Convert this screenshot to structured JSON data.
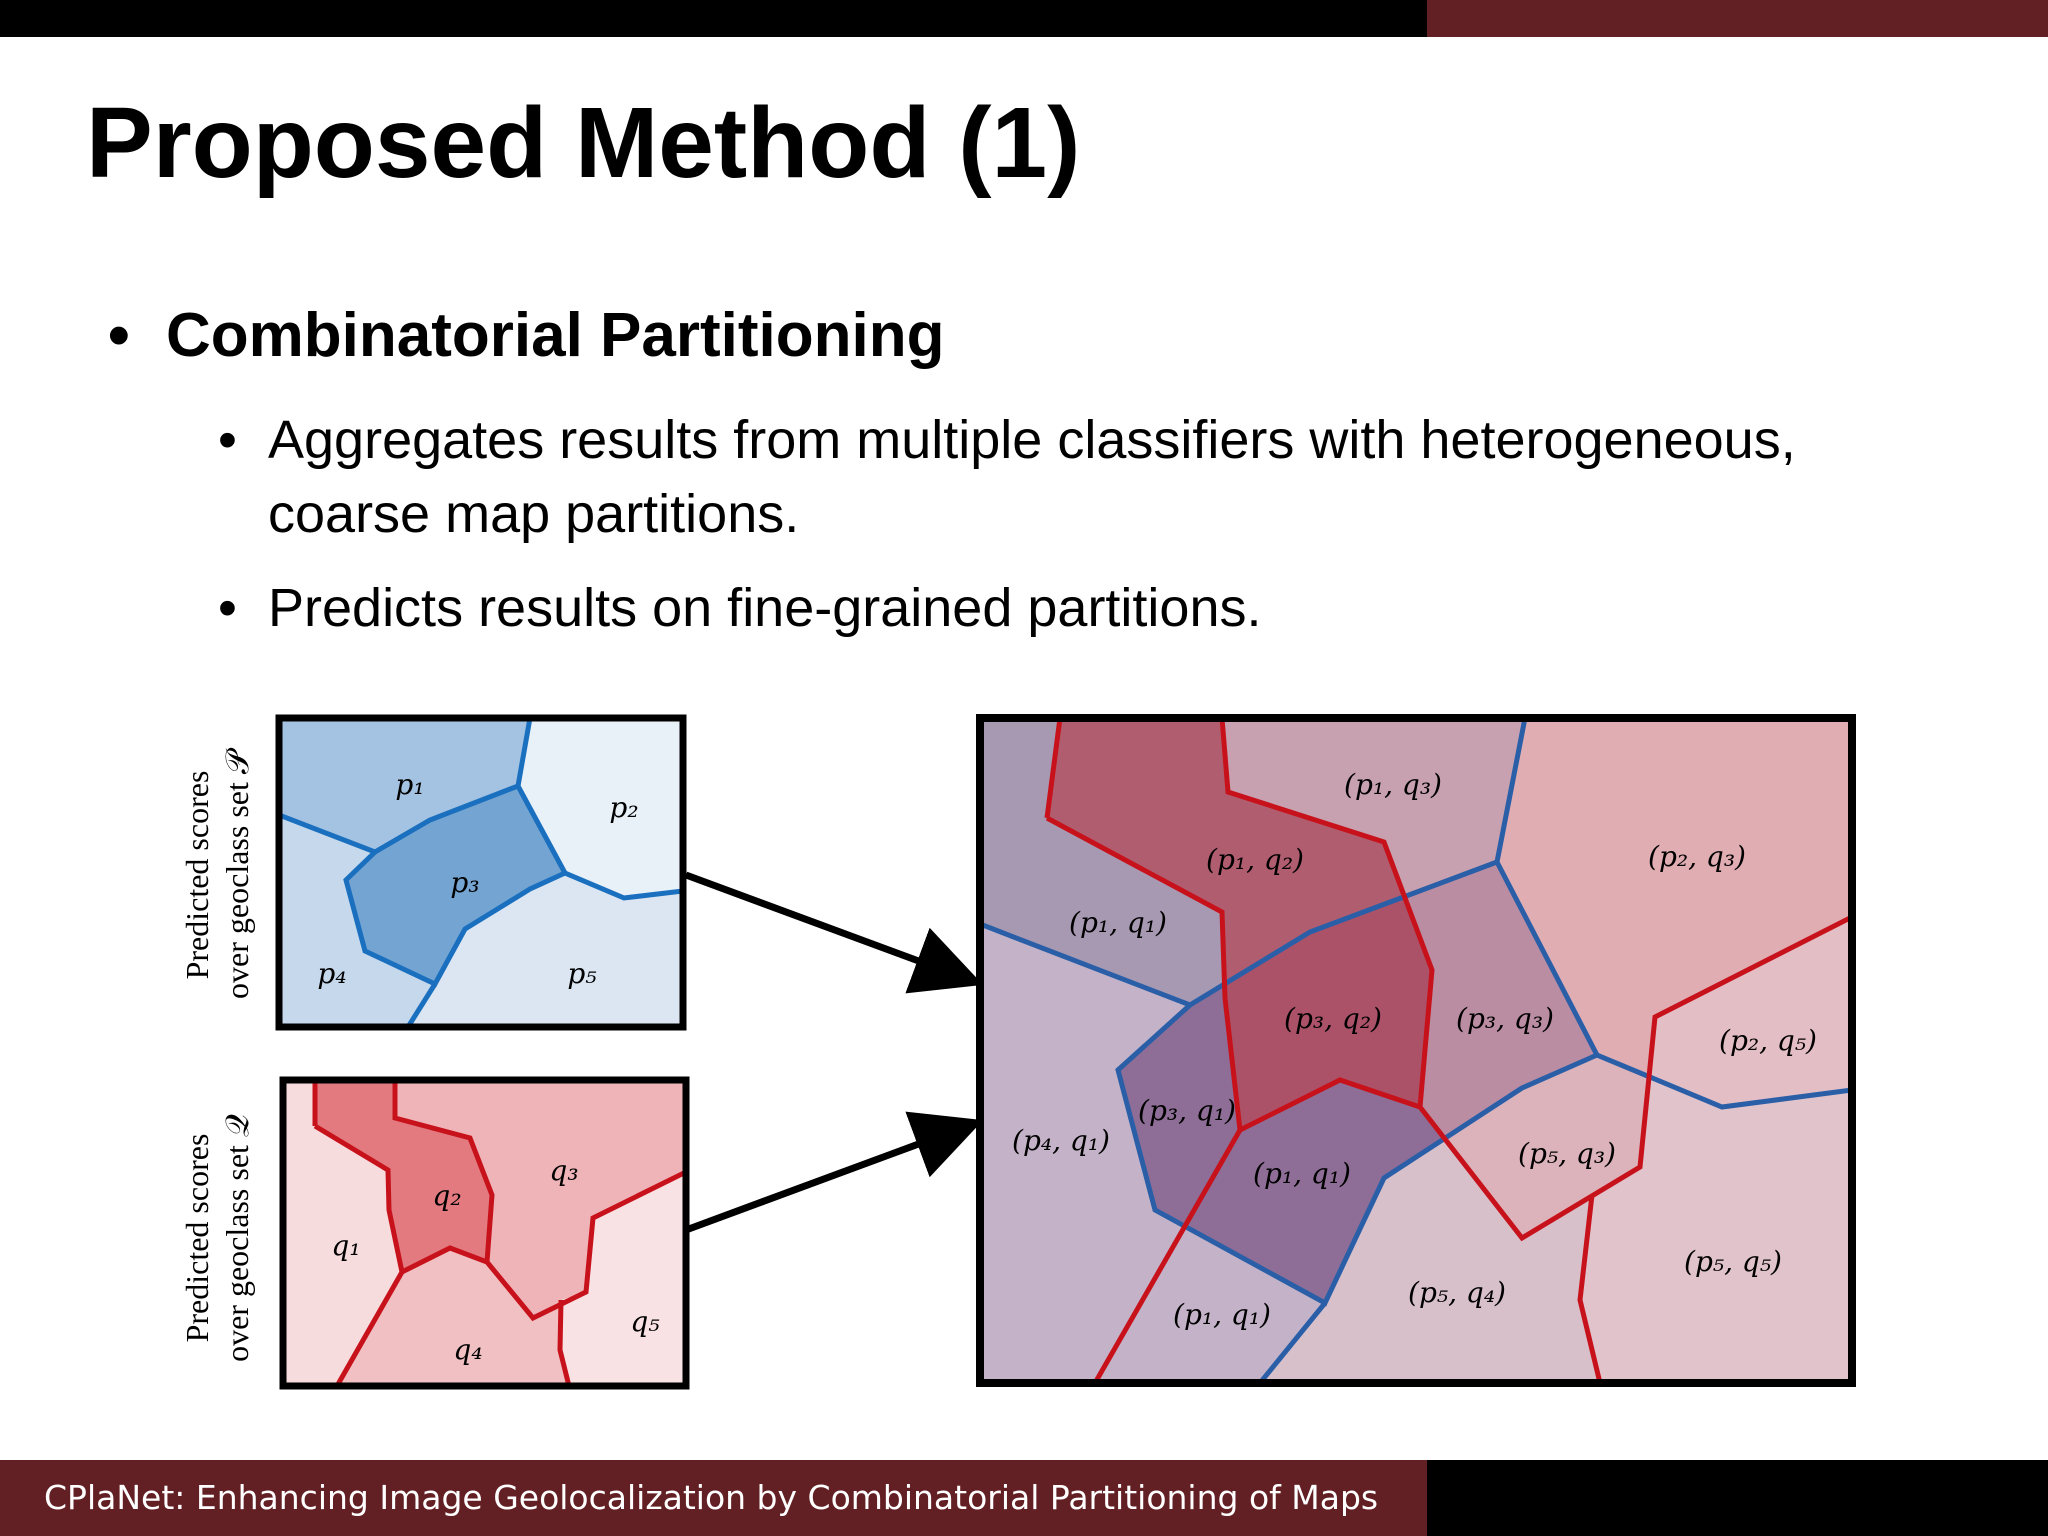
{
  "title": "Proposed Method (1)",
  "bullet": "Combinatorial Partitioning",
  "sub_bullets": [
    "Aggregates results from multiple classifiers with heterogeneous, coarse map partitions.",
    "Predicts results on fine-grained partitions."
  ],
  "diagram": {
    "label_p": "Predicted scores over geoclass set 𝒫",
    "label_p_line1": "Predicted scores",
    "label_p_line2": "over geoclass set 𝒫",
    "label_q_line1": "Predicted scores",
    "label_q_line2": "over geoclass set 𝒬",
    "p_cells": [
      "p₁",
      "p₂",
      "p₃",
      "p₄",
      "p₅"
    ],
    "q_cells": [
      "q₁",
      "q₂",
      "q₃",
      "q₄",
      "q₅"
    ],
    "combined_cells": [
      "(p₁, q₃)",
      "(p₁, q₂)",
      "(p₂, q₃)",
      "(p₁, q₁)",
      "(p₃, q₂)",
      "(p₃, q₃)",
      "(p₂, q₅)",
      "(p₃, q₁)",
      "(p₄, q₁)",
      "(p₁, q₁)",
      "(p₅, q₃)",
      "(p₅, q₅)",
      "(p₅, q₄)",
      "(p₁, q₁)"
    ],
    "colors": {
      "blue_line": "#1a6fbf",
      "red_line": "#c8121b",
      "overlap_blue_line": "#2a5fa8"
    }
  },
  "footer": "CPlaNet: Enhancing Image Geolocalization by Combinatorial Partitioning of Maps",
  "colors": {
    "accent": "#632024",
    "bar_dark": "#000000"
  }
}
